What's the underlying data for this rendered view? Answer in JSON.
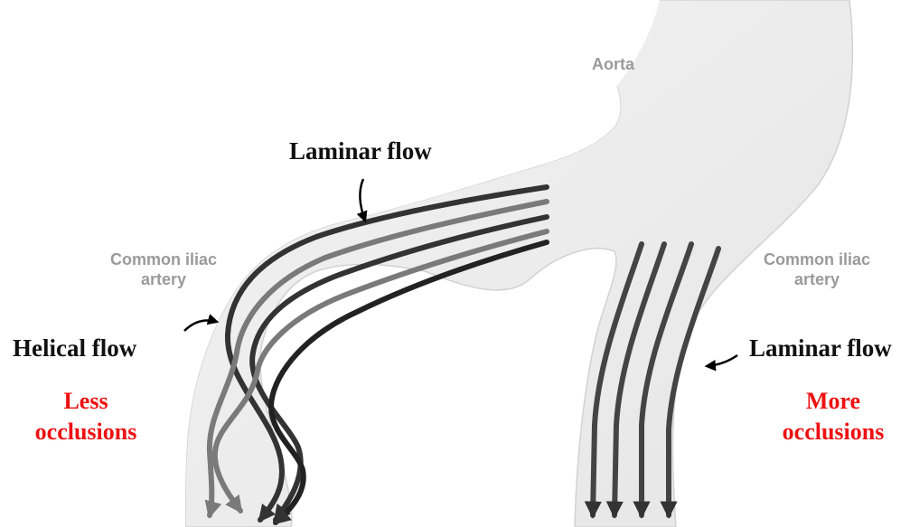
{
  "labels": {
    "aorta": "Aorta",
    "left_artery_line1": "Common iliac",
    "left_artery_line2": "artery",
    "right_artery_line1": "Common iliac",
    "right_artery_line2": "artery",
    "left_top_flow": "Laminar flow",
    "left_helical_flow": "Helical flow",
    "left_outcome_line1": "Less",
    "left_outcome_line2": "occlusions",
    "right_flow": "Laminar flow",
    "right_outcome_line1": "More",
    "right_outcome_line2": "occlusions"
  },
  "colors": {
    "vessel_fill": "#ececec",
    "vessel_edge": "#d2d2d2",
    "streamline_dark": "#333333",
    "streamline_gray": "#7a7a7a",
    "annotation_gray": "#9a9a9a",
    "outcome_red": "#ee1111"
  }
}
